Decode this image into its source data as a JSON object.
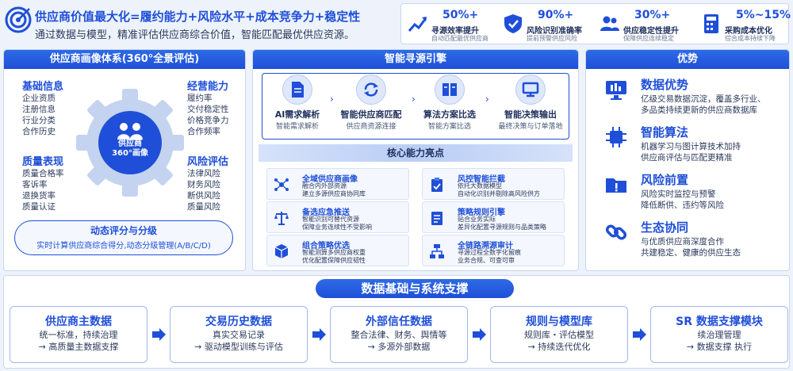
{
  "header": {
    "title": "供应商价值最大化=履约能力+风险水平+成本竞争力+稳定性",
    "subtitle": "通过数据与模型，精准评估供应商综合价值，智能匹配最优供应资源。"
  },
  "stats": [
    {
      "value": "50%+",
      "title": "寻源效率提升",
      "sub": "自动匹配最优供应商",
      "icon": "chart-up-icon"
    },
    {
      "value": "90%+",
      "title": "风险识别准确率",
      "sub": "提前预警供应风险",
      "icon": "shield-check-icon"
    },
    {
      "value": "30%+",
      "title": "供应稳定性提升",
      "sub": "保障供应连续稳定",
      "icon": "users-icon"
    },
    {
      "value": "5%~15%",
      "title": "采购成本优化",
      "sub": "综合成本持续下降",
      "icon": "calculator-icon"
    }
  ],
  "portrait": {
    "title": "供应商画像体系(360°全景评估)",
    "center": "供应商\n360°画像",
    "basic": {
      "title": "基础信息",
      "items": [
        "企业资质",
        "注册信息",
        "行业分类",
        "合作历史"
      ]
    },
    "operation": {
      "title": "经营能力",
      "items": [
        "履约率",
        "交付稳定性",
        "价格竞争力",
        "合作频率"
      ]
    },
    "quality": {
      "title": "质量表现",
      "items": [
        "质量合格率",
        "客诉率",
        "退换货率",
        "质量认证"
      ]
    },
    "risk": {
      "title": "风险评估",
      "items": [
        "法律风险",
        "财务风险",
        "断供风险",
        "质量风险"
      ]
    },
    "scoring": {
      "title": "动态评分与分级",
      "desc": "实时计算供应商综合得分,动态分级管理(A/B/C/D)"
    }
  },
  "engine": {
    "title": "智能寻源引擎",
    "steps": [
      {
        "title": "AI需求解析",
        "sub": "智能需求解析",
        "icon": "document-icon"
      },
      {
        "title": "智能供应商匹配",
        "sub": "供应商资源连接",
        "icon": "sync-icon"
      },
      {
        "title": "算法方案比选",
        "sub": "智能方案比选",
        "icon": "compare-icon"
      },
      {
        "title": "智能决策输出",
        "sub": "最终决策与订单落地",
        "icon": "monitor-icon"
      }
    ],
    "core_title": "核心能力亮点",
    "capabilities": [
      {
        "title": "全域供应商画像",
        "lines": [
          "融合内外部资源",
          "建立多源供应商协同库"
        ],
        "icon": "network-icon"
      },
      {
        "title": "风控智能拦截",
        "lines": [
          "依托大数据模型",
          "自动化识别并剔除高风险供方"
        ],
        "icon": "clipboard-icon"
      },
      {
        "title": "备选应急推送",
        "lines": [
          "智能识别可替代资源",
          "保障业务连续性不受影响"
        ],
        "icon": "scale-icon"
      },
      {
        "title": "策略规则引擎",
        "lines": [
          "贴合业务实际",
          "差异化配置寻源规则与品类策略"
        ],
        "icon": "checklist-icon"
      },
      {
        "title": "组合策略优选",
        "lines": [
          "智能测算多供应商权重",
          "优化配置保障供应韧性"
        ],
        "icon": "cube-icon"
      },
      {
        "title": "全链路溯源审计",
        "lines": [
          "寻源过程全数字化留痕",
          "业务合规、可查可审"
        ],
        "icon": "flow-icon"
      }
    ]
  },
  "advantages": {
    "title": "优势",
    "items": [
      {
        "title": "数据优势",
        "lines": [
          "亿级交易数据沉淀，覆盖多行业、",
          "多品类持续更新的供应商数据库"
        ],
        "icon": "monitor-icon"
      },
      {
        "title": "智能算法",
        "lines": [
          "机器学习与图计算技术加持",
          "供应商评估与匹配更精准"
        ],
        "icon": "chip-icon"
      },
      {
        "title": "风险前置",
        "lines": [
          "风险实时监控与预警",
          "降低断供、违约等风险"
        ],
        "icon": "folder-warning-icon"
      },
      {
        "title": "生态协同",
        "lines": [
          "与优质供应商深度合作",
          "共建稳定、健康的供应生态"
        ],
        "icon": "link-icon"
      }
    ]
  },
  "foundation": {
    "title": "数据基础与系统支撑",
    "boxes": [
      {
        "title": "供应商主数据",
        "lines": [
          "统一标准，持续治理",
          "→ 高质量主数据支撑"
        ]
      },
      {
        "title": "交易历史数据",
        "lines": [
          "真实交易记录",
          "→ 驱动模型训练与评估"
        ]
      },
      {
        "title": "外部信任数据",
        "lines": [
          "整合法律、财务、舆情等",
          "→ 多源外部数据"
        ]
      },
      {
        "title": "规则与模型库",
        "lines": [
          "规则库・评估模型",
          "→ 持续迭代优化"
        ]
      },
      {
        "title": "SR 数据支撑模块",
        "lines": [
          "续治理管理",
          "→ 数据支撑 执行"
        ]
      }
    ]
  }
}
